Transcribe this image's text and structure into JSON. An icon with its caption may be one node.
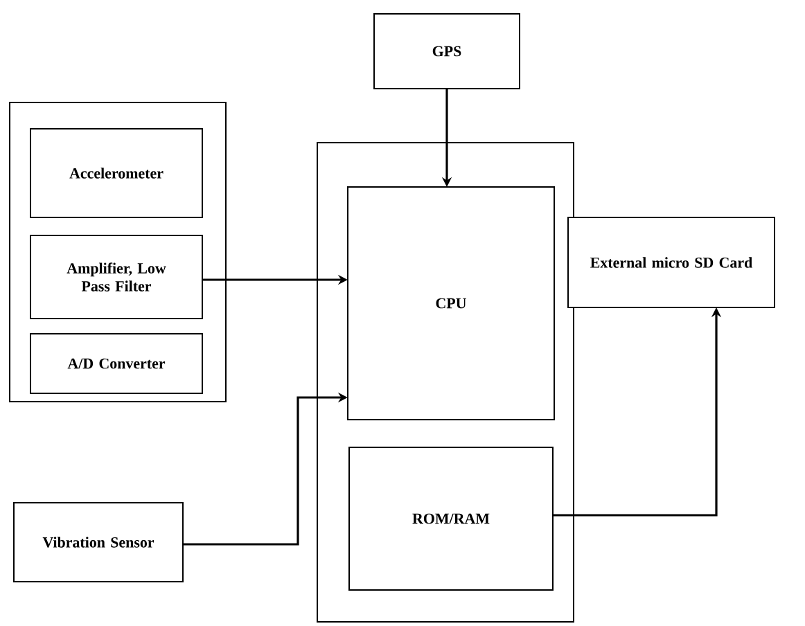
{
  "diagram": {
    "nodes": [
      {
        "text": [
          "GPS"
        ]
      },
      {
        "text": [],
        "shape": "box"
      },
      {
        "text": [
          "Accelerometer"
        ],
        "in": 1
      },
      {
        "text": [
          "Amplifier, Low Pass Filter"
        ],
        "in": 1
      },
      {
        "text": [
          "A/D Converter"
        ],
        "in": 1
      },
      {
        "text": [],
        "shape": "box"
      },
      {
        "text": [
          "CPU"
        ],
        "in": 5
      },
      {
        "text": [
          "ROM/RAM"
        ],
        "in": 5
      },
      {
        "text": [
          "Vibration Sensor"
        ]
      },
      {
        "text": [
          "External micro SD Card"
        ]
      }
    ],
    "edges": [
      {
        "from": 0,
        "to": 6,
        "arrow": "to"
      },
      {
        "from": 3,
        "to": 6,
        "arrow": "to"
      },
      {
        "from": 8,
        "to": 6,
        "arrow": "to"
      },
      {
        "from": 7,
        "to": 9,
        "arrow": "to"
      }
    ]
  }
}
